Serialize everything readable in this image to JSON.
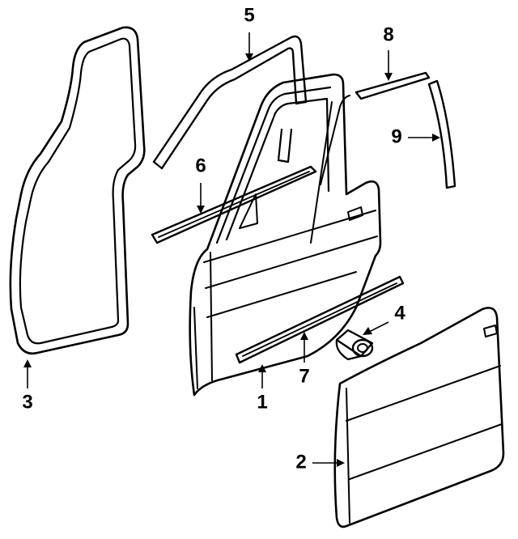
{
  "diagram": {
    "line_color": "#000000",
    "background": "#ffffff",
    "callouts": [
      {
        "id": "c1",
        "label": "1"
      },
      {
        "id": "c2",
        "label": "2"
      },
      {
        "id": "c3",
        "label": "3"
      },
      {
        "id": "c4",
        "label": "4"
      },
      {
        "id": "c5",
        "label": "5"
      },
      {
        "id": "c6",
        "label": "6"
      },
      {
        "id": "c7",
        "label": "7"
      },
      {
        "id": "c8",
        "label": "8"
      },
      {
        "id": "c9",
        "label": "9"
      }
    ]
  }
}
